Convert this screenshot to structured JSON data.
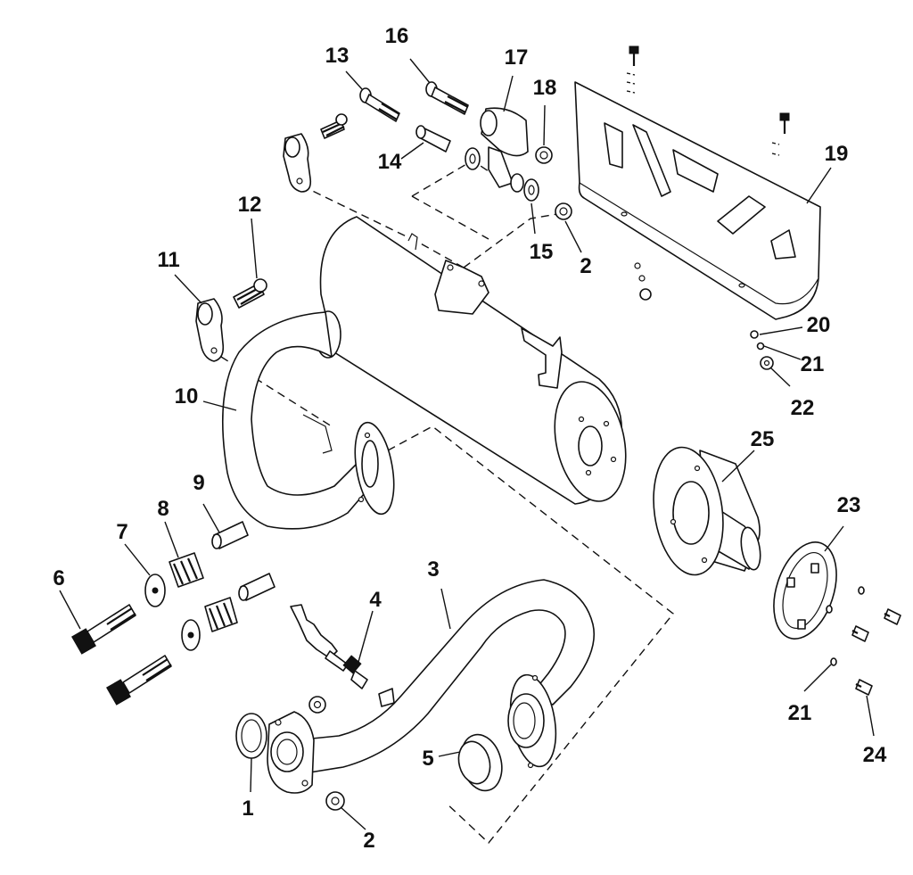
{
  "diagram": {
    "callouts": [
      {
        "id": "c1",
        "text": "1"
      },
      {
        "id": "c2a",
        "text": "2"
      },
      {
        "id": "c2b",
        "text": "2"
      },
      {
        "id": "c3",
        "text": "3"
      },
      {
        "id": "c4",
        "text": "4"
      },
      {
        "id": "c5",
        "text": "5"
      },
      {
        "id": "c6",
        "text": "6"
      },
      {
        "id": "c7",
        "text": "7"
      },
      {
        "id": "c8",
        "text": "8"
      },
      {
        "id": "c9",
        "text": "9"
      },
      {
        "id": "c10",
        "text": "10"
      },
      {
        "id": "c11",
        "text": "11"
      },
      {
        "id": "c12",
        "text": "12"
      },
      {
        "id": "c13",
        "text": "13"
      },
      {
        "id": "c14",
        "text": "14"
      },
      {
        "id": "c15",
        "text": "15"
      },
      {
        "id": "c16",
        "text": "16"
      },
      {
        "id": "c17",
        "text": "17"
      },
      {
        "id": "c18",
        "text": "18"
      },
      {
        "id": "c19",
        "text": "19"
      },
      {
        "id": "c20",
        "text": "20"
      },
      {
        "id": "c21a",
        "text": "21"
      },
      {
        "id": "c21b",
        "text": "21"
      },
      {
        "id": "c22",
        "text": "22"
      },
      {
        "id": "c23",
        "text": "23"
      },
      {
        "id": "c24",
        "text": "24"
      },
      {
        "id": "c25",
        "text": "25"
      }
    ]
  }
}
